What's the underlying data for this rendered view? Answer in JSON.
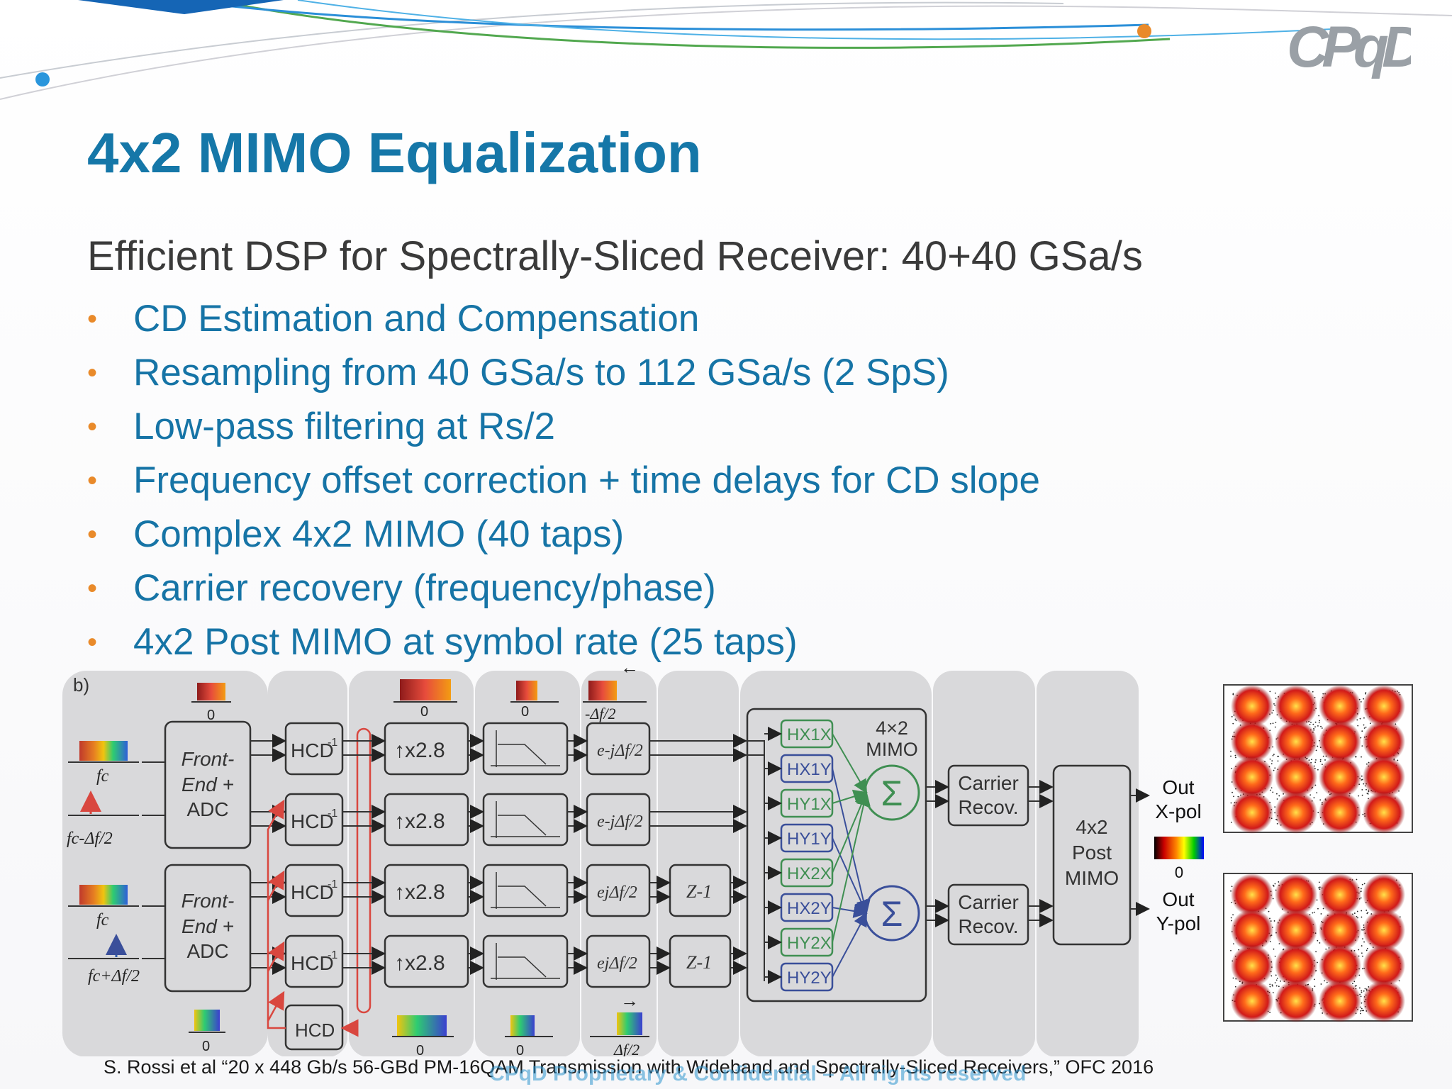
{
  "logo": {
    "text": "CPqD"
  },
  "title": "4x2 MIMO Equalization",
  "subtitle": "Efficient DSP for Spectrally-Sliced Receiver: 40+40 GSa/s",
  "bullets": [
    "CD Estimation and Compensation",
    "Resampling from 40 GSa/s to 112 GSa/s (2 SpS)",
    "Low-pass filtering at Rs/2",
    "Frequency offset correction + time delays for CD slope",
    "Complex 4x2 MIMO (40 taps)",
    "Carrier recovery (frequency/phase)",
    "4x2 Post MIMO at symbol rate (25 taps)"
  ],
  "diagram": {
    "panel_label": "b)",
    "input_labels": {
      "fc_top": "fc",
      "fc_minus": "fc-Δf/2",
      "fc_bottom": "fc",
      "fc_plus": "fc+Δf/2"
    },
    "frontend": {
      "line1": "Front-",
      "line2": "End +",
      "line3": "ADC"
    },
    "hcd_inv": "HCD",
    "hcd_inv_sup": "-1",
    "hcd": "HCD",
    "upsample": "↑x2.8",
    "phase_neg": "e-jΔf/2",
    "phase_pos": "ejΔf/2",
    "delay": "Z-1",
    "spectrum_zero": "0",
    "minus_delta": "-Δf/2",
    "plus_delta": "Δf/2",
    "arrow_left": "←",
    "arrow_right": "→",
    "mimo_taps": [
      "HX1X",
      "HX1Y",
      "HY1X",
      "HY1Y",
      "HX2X",
      "HX2Y",
      "HY2X",
      "HY2Y"
    ],
    "mimo_title": {
      "line1": "4×2",
      "line2": "MIMO"
    },
    "sum_symbol": "Σ",
    "carrier": {
      "line1": "Carrier",
      "line2": "Recov."
    },
    "post_mimo": {
      "line1": "4x2",
      "line2": "Post",
      "line3": "MIMO"
    },
    "outputs": {
      "x_line1": "Out",
      "x_line2": "X-pol",
      "y_line1": "Out",
      "y_line2": "Y-pol"
    },
    "colorbar_label": "0"
  },
  "citation": "S. Rossi et al “20 x 448 Gb/s 56-GBd PM-16QAM Transmission with Wideband and Spectrally-Sliced Receivers,” OFC 2016",
  "confidential": "CPqD Proprietary & Confidential – All rights reserved",
  "colors": {
    "title": "#1577a8",
    "bullet_text": "#1674a6",
    "bullet_dot": "#e98a2a",
    "accent_blue": "#1f8fd6",
    "accent_orange": "#e98a2a",
    "mimo_green": "#3f8f52",
    "mimo_blue": "#3a4f9a",
    "resample_red": "#d9473f"
  }
}
